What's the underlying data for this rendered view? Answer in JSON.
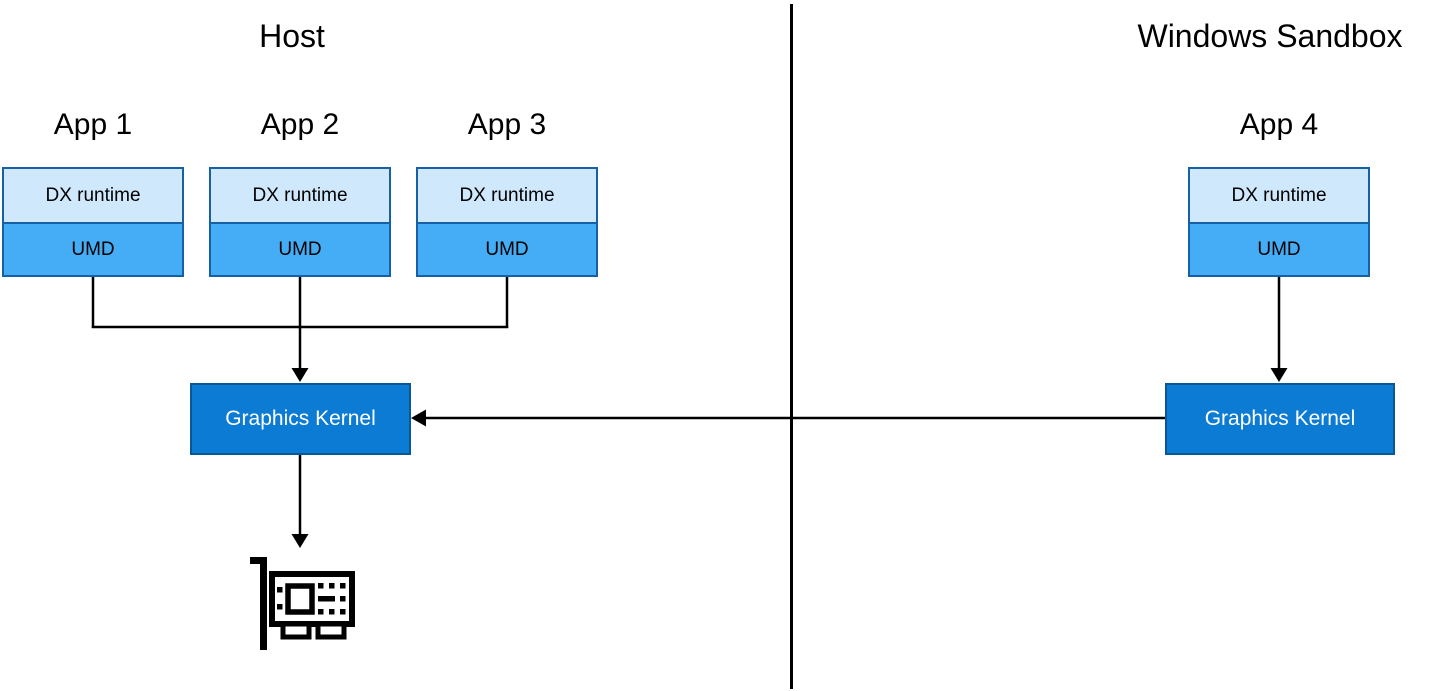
{
  "titles": {
    "host": "Host",
    "sandbox": "Windows Sandbox"
  },
  "apps": [
    {
      "label": "App 1",
      "layers": [
        "DX runtime",
        "UMD"
      ]
    },
    {
      "label": "App 2",
      "layers": [
        "DX runtime",
        "UMD"
      ]
    },
    {
      "label": "App 3",
      "layers": [
        "DX runtime",
        "UMD"
      ]
    },
    {
      "label": "App 4",
      "layers": [
        "DX runtime",
        "UMD"
      ]
    }
  ],
  "kernels": {
    "host_label": "Graphics Kernel",
    "sandbox_label": "Graphics Kernel"
  },
  "icons": {
    "gpu": "gpu-card-icon"
  },
  "colors": {
    "dx_runtime_fill": "#cfe8fb",
    "umd_fill": "#45adf5",
    "app_box_border": "#1661a5",
    "kernel_fill": "#0c7bd4",
    "kernel_border": "#0a5795",
    "kernel_text": "#ffffff",
    "line": "#000000",
    "text": "#000000"
  }
}
